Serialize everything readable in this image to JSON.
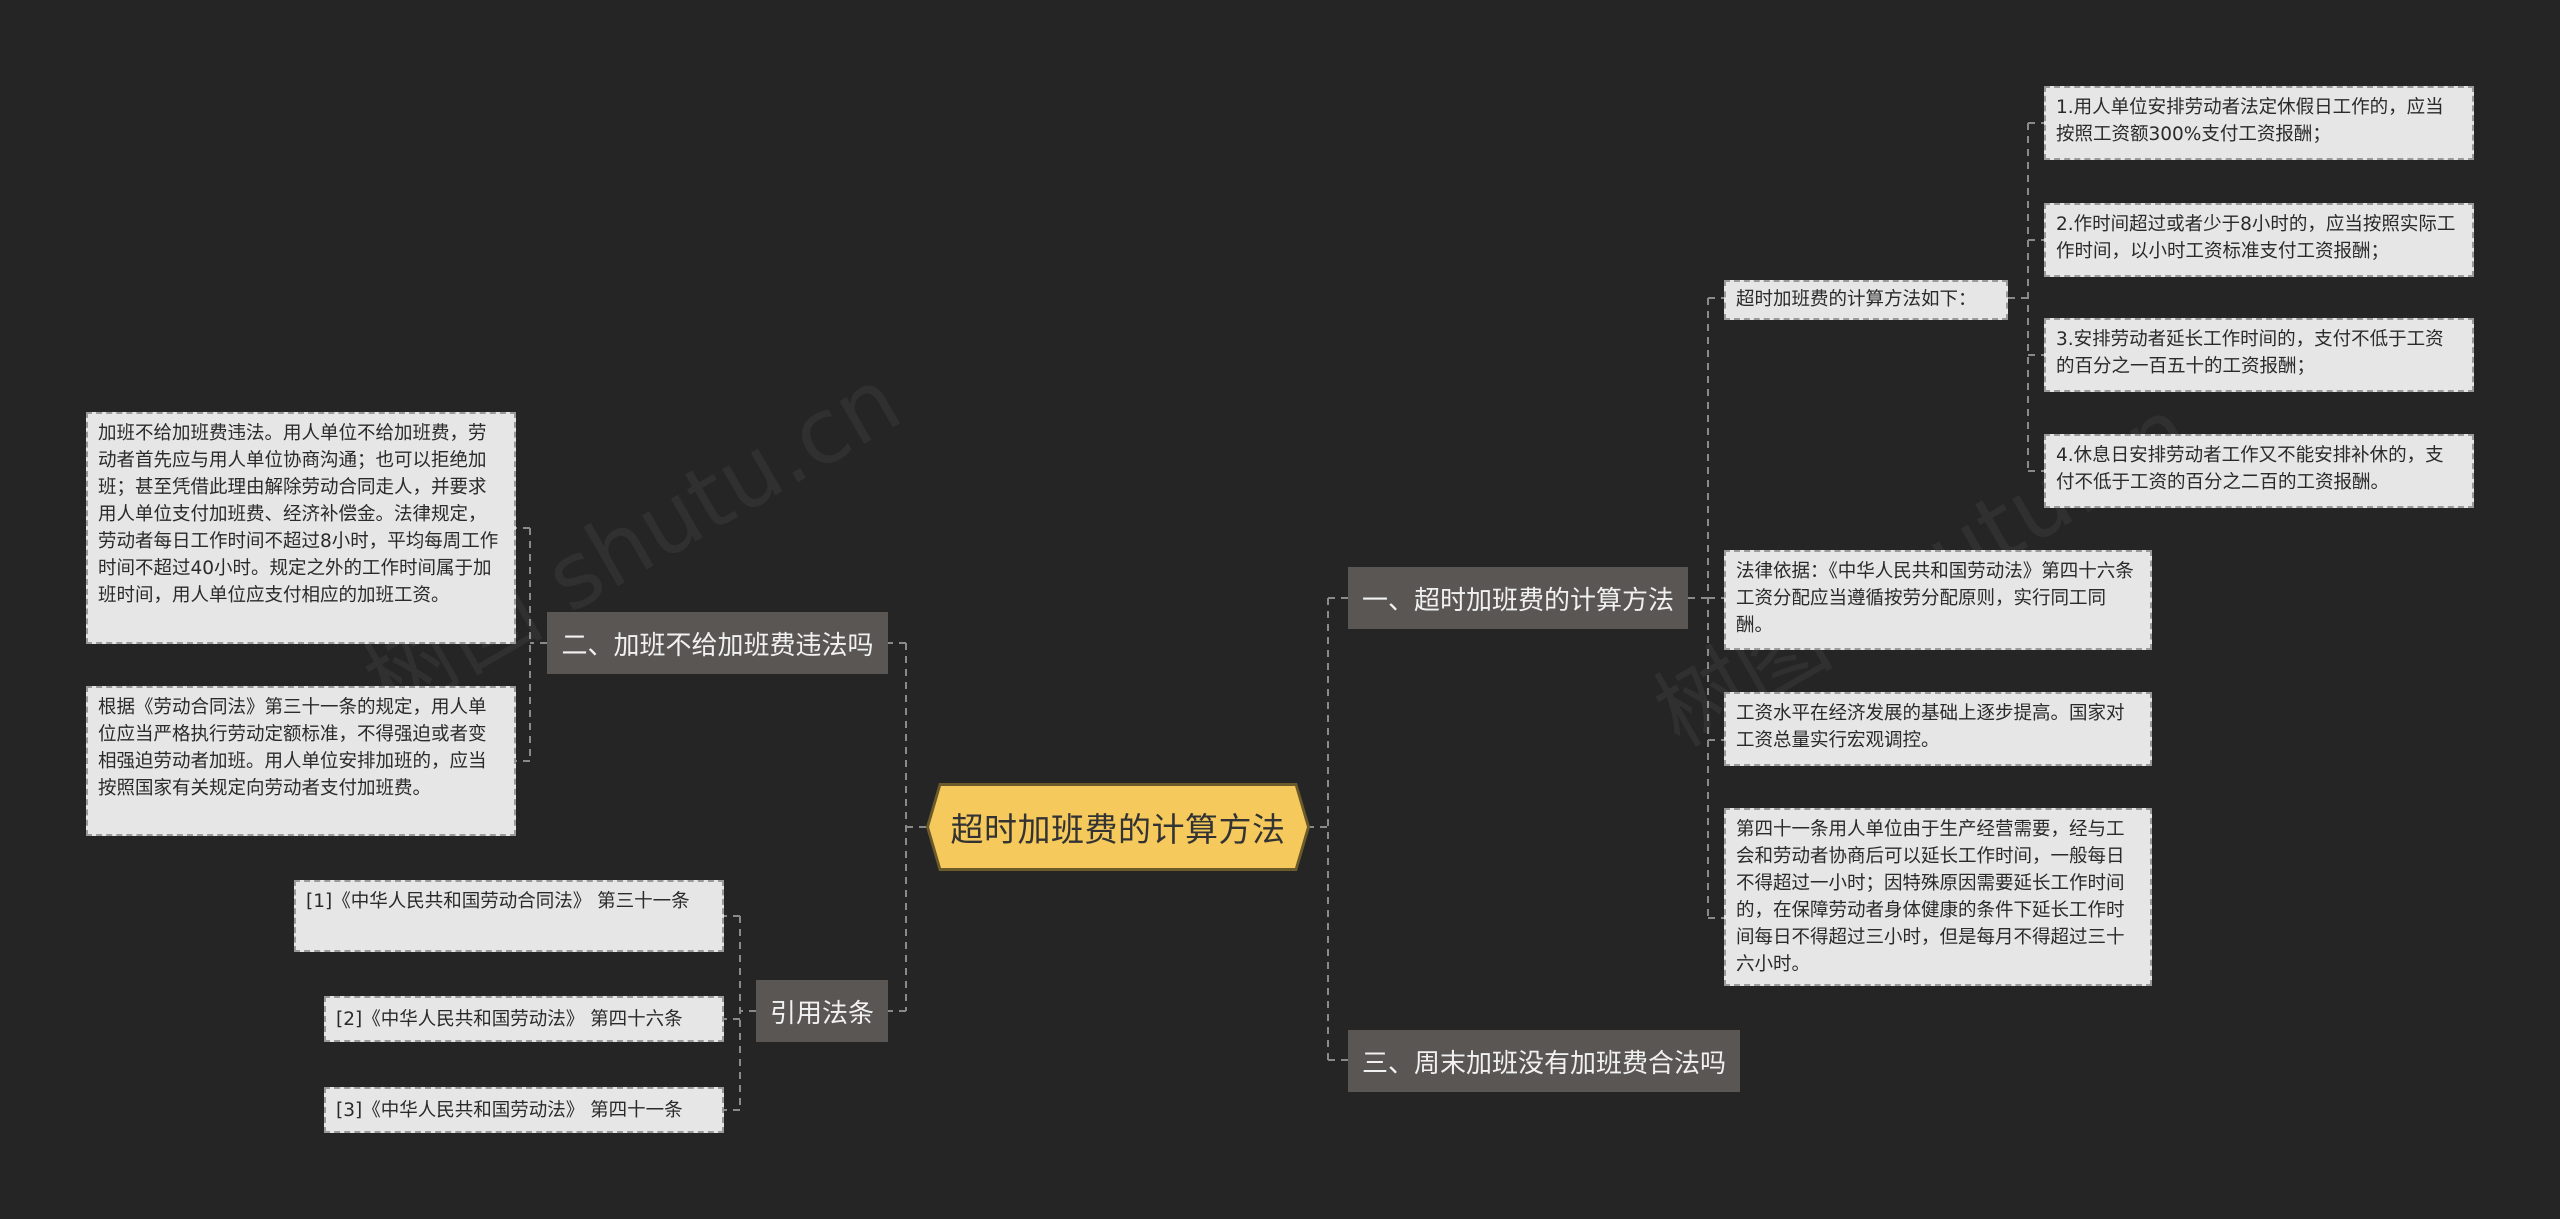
{
  "root": {
    "label": "超时加班费的计算方法"
  },
  "branches": {
    "calc": {
      "label": "一、超时加班费的计算方法"
    },
    "illegal": {
      "label": "二、加班不给加班费违法吗"
    },
    "weekend": {
      "label": "三、周末加班没有加班费合法吗"
    },
    "refs": {
      "label": "引用法条"
    }
  },
  "calc_children": {
    "methods_label": "超时加班费的计算方法如下：",
    "methods": [
      "1.用人单位安排劳动者法定休假日工作的，应当按照工资额300%支付工资报酬；",
      "2.作时间超过或者少于8小时的，应当按照实际工作时间，以小时工资标准支付工资报酬；",
      "3.安排劳动者延长工作时间的，支付不低于工资的百分之一百五十的工资报酬；",
      "4.休息日安排劳动者工作又不能安排补休的，支付不低于工资的百分之二百的工资报酬。"
    ],
    "legal_basis": "法律依据：《中华人民共和国劳动法》第四十六条工资分配应当遵循按劳分配原则，实行同工同酬。",
    "wage_level": "工资水平在经济发展的基础上逐步提高。国家对工资总量实行宏观调控。",
    "article41": "第四十一条用人单位由于生产经营需要，经与工会和劳动者协商后可以延长工作时间，一般每日不得超过一小时；因特殊原因需要延长工作时间的，在保障劳动者身体健康的条件下延长工作时间每日不得超过三小时，但是每月不得超过三十六小时。"
  },
  "illegal_children": [
    "加班不给加班费违法。用人单位不给加班费，劳动者首先应与用人单位协商沟通；也可以拒绝加班；甚至凭借此理由解除劳动合同走人，并要求用人单位支付加班费、经济补偿金。法律规定，劳动者每日工作时间不超过8小时，平均每周工作时间不超过40小时。规定之外的工作时间属于加班时间，用人单位应支付相应的加班工资。",
    "根据《劳动合同法》第三十一条的规定，用人单位应当严格执行劳动定额标准，不得强迫或者变相强迫劳动者加班。用人单位安排加班的，应当按照国家有关规定向劳动者支付加班费。"
  ],
  "refs_children": [
    "[1]《中华人民共和国劳动合同法》 第三十一条",
    "[2]《中华人民共和国劳动法》 第四十六条",
    "[3]《中华人民共和国劳动法》 第四十一条"
  ],
  "colors": {
    "background": "#252525",
    "root_fill": "#f5c95c",
    "branch_fill": "#595654",
    "leaf_fill": "#e6e6e6",
    "connector": "#8a8a8a"
  }
}
